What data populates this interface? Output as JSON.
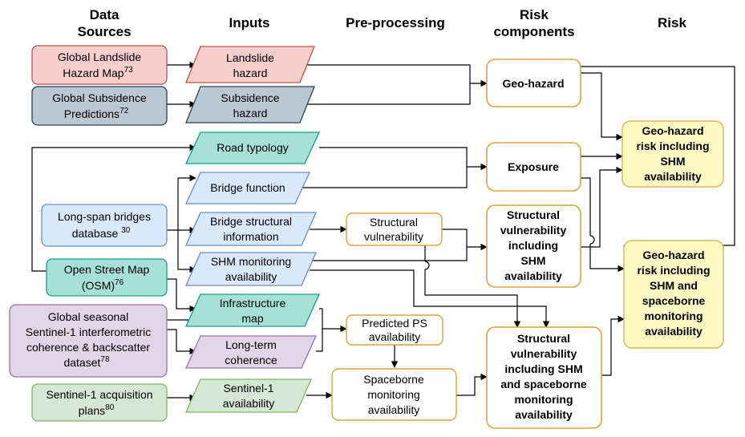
{
  "headers": {
    "data_sources": [
      "Data",
      "Sources"
    ],
    "inputs": "Inputs",
    "preprocessing": "Pre-processing",
    "risk_components": [
      "Risk",
      "components"
    ],
    "risk": "Risk"
  },
  "sources": {
    "landslide_map": {
      "line1": "Global Landslide",
      "line2": "Hazard Map",
      "ref": "73"
    },
    "subsidence": {
      "line1": "Global Subsidence",
      "line2": "Predictions",
      "ref": "72"
    },
    "bridges_db": {
      "line1": "Long-span bridges",
      "line2": "database ",
      "ref": "30"
    },
    "osm": {
      "line1": "Open Street Map",
      "line2": "(OSM)",
      "ref": "76"
    },
    "sentinel_dataset": {
      "line1": "Global seasonal",
      "line2": "Sentinel-1 interferometric",
      "line3": "coherence & backscatter",
      "line4": "dataset",
      "ref": "78"
    },
    "sentinel_plans": {
      "line1": "Sentinel-1 acquisition",
      "line2": "plans",
      "ref": "80"
    }
  },
  "inputs": {
    "landslide_hazard": [
      "Landslide",
      "hazard"
    ],
    "subsidence_hazard": [
      "Subsidence",
      "hazard"
    ],
    "road_typology": [
      "Road typology"
    ],
    "bridge_function": [
      "Bridge function"
    ],
    "bridge_structural": [
      "Bridge structural",
      "information"
    ],
    "shm_monitoring": [
      "SHM monitoring",
      "availability"
    ],
    "infrastructure_map": [
      "Infrastructure",
      "map"
    ],
    "longterm_coherence": [
      "Long-term",
      "coherence"
    ],
    "sentinel_availability": [
      "Sentinel-1",
      "availability"
    ]
  },
  "preprocessing": {
    "structural_vulnerability": [
      "Structural",
      "vulnerability"
    ],
    "predicted_ps": [
      "Predicted PS",
      "availability"
    ],
    "spaceborne_monitoring": [
      "Spaceborne",
      "monitoring",
      "availability"
    ]
  },
  "components": {
    "geo_hazard": [
      "Geo-hazard"
    ],
    "exposure": [
      "Exposure"
    ],
    "structural_shm": [
      "Structural",
      "vulnerability",
      "including",
      "SHM",
      "availability"
    ],
    "structural_shm_space": [
      "Structural",
      "vulnerability",
      "including SHM",
      "and spaceborne",
      "monitoring",
      "availability"
    ]
  },
  "risks": {
    "risk_shm": [
      "Geo-hazard",
      "risk including",
      "SHM",
      "availability"
    ],
    "risk_shm_space": [
      "Geo-hazard",
      "risk including",
      "SHM and",
      "spaceborne",
      "monitoring",
      "availability"
    ]
  },
  "colors": {
    "landslide_fill": "#f8cecc",
    "landslide_stroke": "#b85450",
    "subsidence_fill": "#bac8d3",
    "subsidence_stroke": "#23445d",
    "teal_fill": "#a7e0d6",
    "teal_stroke": "#16a085",
    "blue_fill": "#dae8fc",
    "blue_stroke": "#6c8ebf",
    "purple_fill": "#e1d5e7",
    "purple_stroke": "#9673a6",
    "green_fill": "#d5e8d4",
    "green_stroke": "#82b366",
    "orange_stroke": "#d6a53a",
    "yellow_fill": "#fff9c4",
    "yellow_stroke": "#d6b656"
  }
}
